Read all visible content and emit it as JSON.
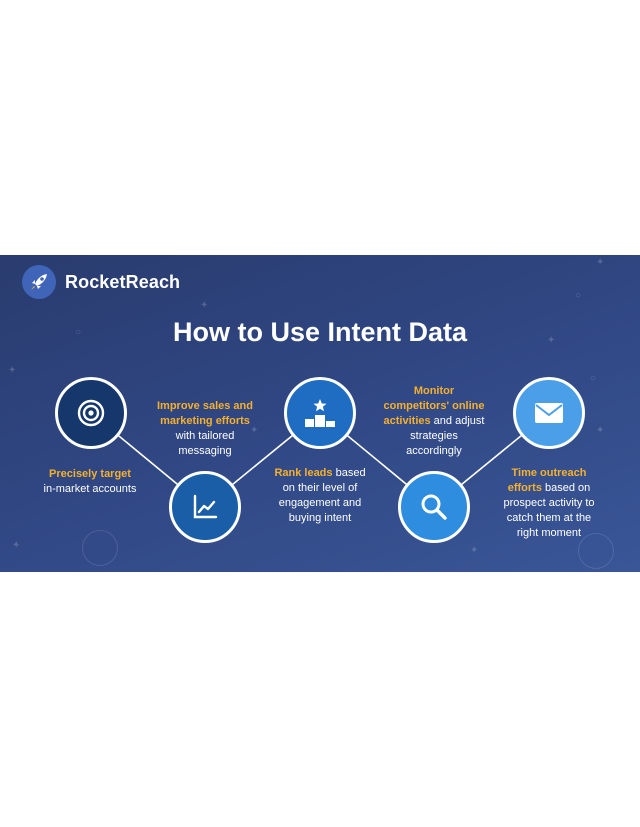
{
  "brand": {
    "name": "RocketReach"
  },
  "title": "How to Use Intent Data",
  "colors": {
    "background": "#2f4682",
    "highlight": "#f5b02e",
    "node_dark": "#16376b",
    "node_mid": "#1b5ea8",
    "node_light": "#2f8de0",
    "node_lighter": "#4a9fe8"
  },
  "steps": [
    {
      "icon": "target-icon",
      "highlight": "Precisely target",
      "text": "in-market accounts"
    },
    {
      "icon": "trend-chart-icon",
      "highlight_line1": "Improve sales and",
      "highlight_line2": "marketing efforts",
      "text_line1": "with tailored",
      "text_line2": "messaging"
    },
    {
      "icon": "podium-star-icon",
      "highlight": "Rank leads",
      "text_line1": " based",
      "text_line2": "on their level of",
      "text_line3": "engagement and",
      "text_line4": "buying intent"
    },
    {
      "icon": "magnifier-icon",
      "highlight_line1": "Monitor",
      "highlight_line2": "competitors' online",
      "highlight_line3": "activities",
      "text_line1": " and adjust",
      "text_line2": "strategies",
      "text_line3": "accordingly"
    },
    {
      "icon": "envelope-icon",
      "highlight_line1": "Time outreach",
      "highlight_line2": "efforts",
      "text_line1": " based on",
      "text_line2": "prospect activity to",
      "text_line3": "catch them at the",
      "text_line4": "right moment"
    }
  ]
}
